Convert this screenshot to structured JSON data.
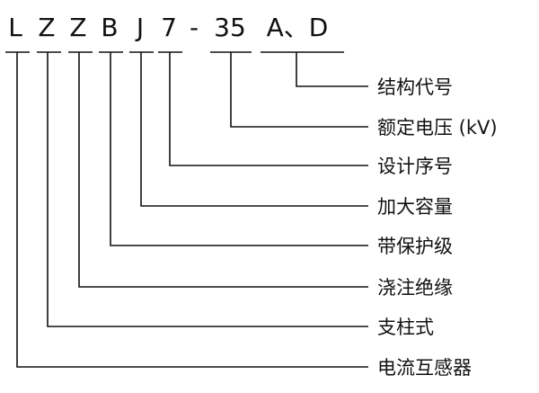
{
  "code": {
    "L1": "L",
    "Z1": "Z",
    "Z2": "Z",
    "B": "B",
    "J": "J",
    "seven": "7",
    "dash": "-",
    "voltage": "35",
    "suffix": "A、D"
  },
  "labels": [
    "结构代号",
    "额定电压 (kV)",
    "设计序号",
    "加大容量",
    "带保护级",
    "浇注绝缘",
    "支柱式",
    "电流互感器"
  ]
}
